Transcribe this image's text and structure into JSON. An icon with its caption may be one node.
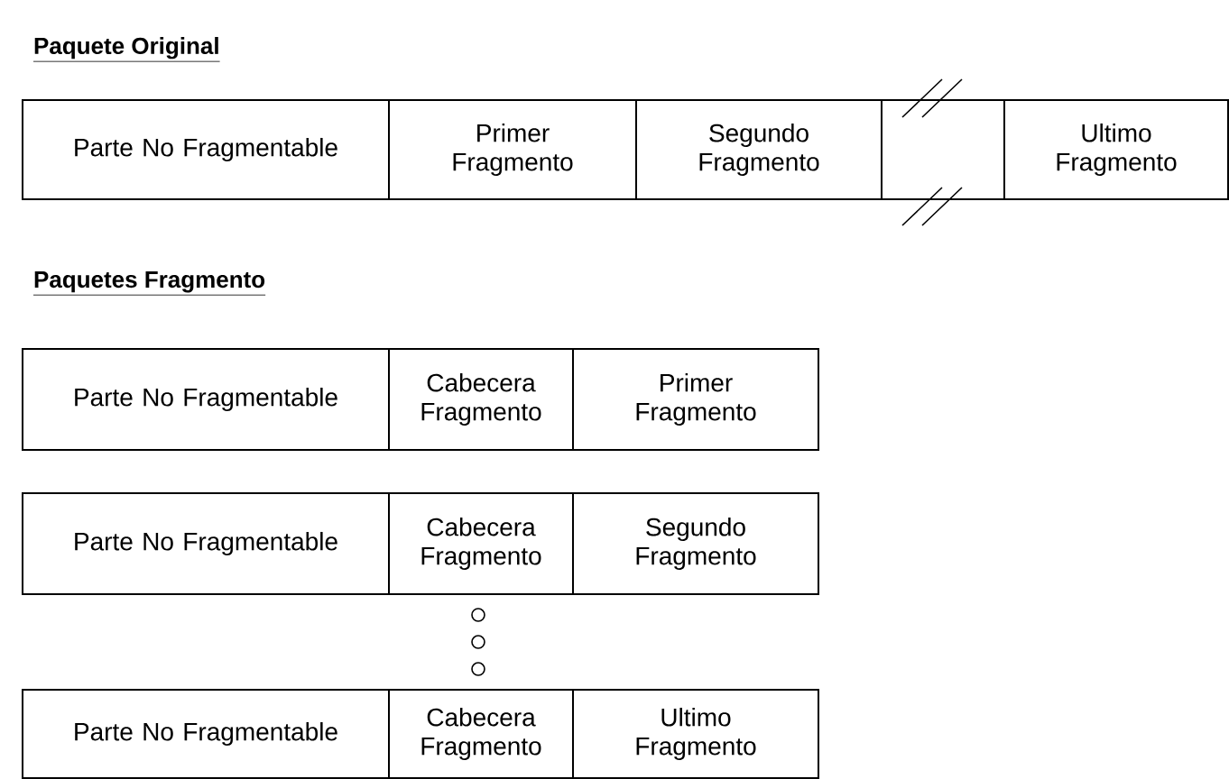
{
  "diagram": {
    "nodes": [
      {
        "text": [
          "Parte No Fragmentable"
        ]
      },
      {
        "text": [
          "Primer Fragmento"
        ]
      },
      {
        "text": [
          "Segundo Fragmento"
        ]
      },
      {
        "text": [],
        "shape": "box"
      },
      {
        "text": [
          "Ultimo Fragmento"
        ]
      },
      {
        "text": [
          "Parte No Fragmentable"
        ]
      },
      {
        "text": [
          "Cabecera Fragmento"
        ]
      },
      {
        "text": [
          "Primer Fragmento"
        ]
      },
      {
        "text": [
          "Parte No Fragmentable"
        ]
      },
      {
        "text": [
          "Cabecera Fragmento"
        ]
      },
      {
        "text": [
          "Segundo Fragmento"
        ]
      },
      {
        "text": [
          "Parte No Fragmentable"
        ]
      },
      {
        "text": [
          "Cabecera Fragmento"
        ]
      },
      {
        "text": [
          "Ultimo Fragmento"
        ]
      }
    ],
    "edges": [],
    "labels": [
      "Paquete Original",
      "Paquetes Fragmento"
    ]
  }
}
